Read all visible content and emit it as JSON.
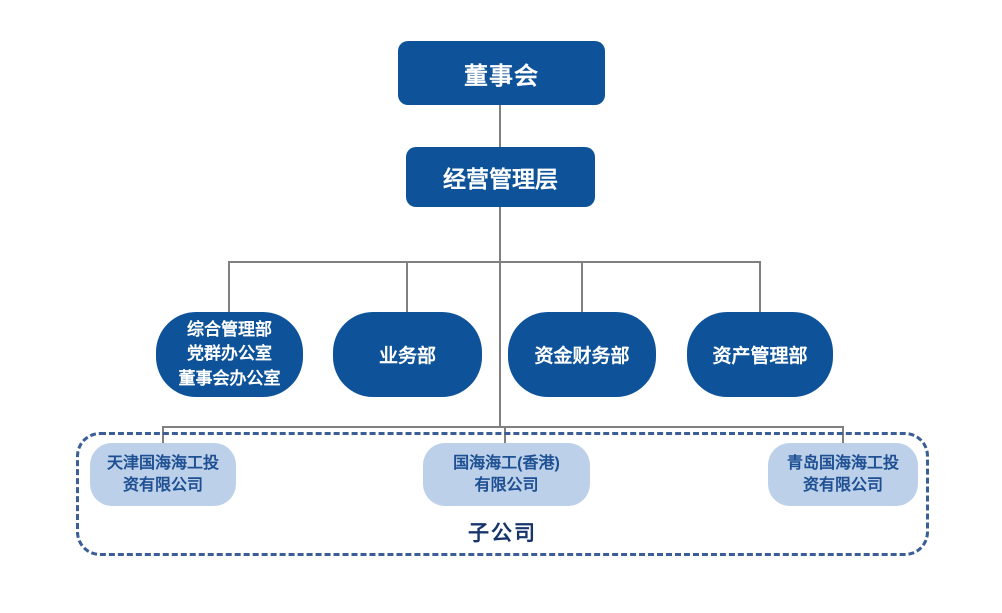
{
  "org_chart": {
    "board": {
      "label": "董事会"
    },
    "management": {
      "label": "经营管理层"
    },
    "departments": [
      {
        "label": "综合管理部\n党群办公室\n董事会办公室"
      },
      {
        "label": "业务部"
      },
      {
        "label": "资金财务部"
      },
      {
        "label": "资产管理部"
      }
    ],
    "subsidiary_group": {
      "label": "子公司",
      "companies": [
        {
          "label": "天津国海海工投\n资有限公司"
        },
        {
          "label": "国海海工(香港)\n有限公司"
        },
        {
          "label": "青岛国海海工投\n资有限公司"
        }
      ]
    },
    "colors": {
      "primary_blue": "#0e5399",
      "light_blue": "#bcd1e9",
      "light_blue_text": "#1e4f92",
      "dashed_border": "#3a5e96",
      "connector_gray": "#808080",
      "group_label_text": "#17356b"
    }
  }
}
